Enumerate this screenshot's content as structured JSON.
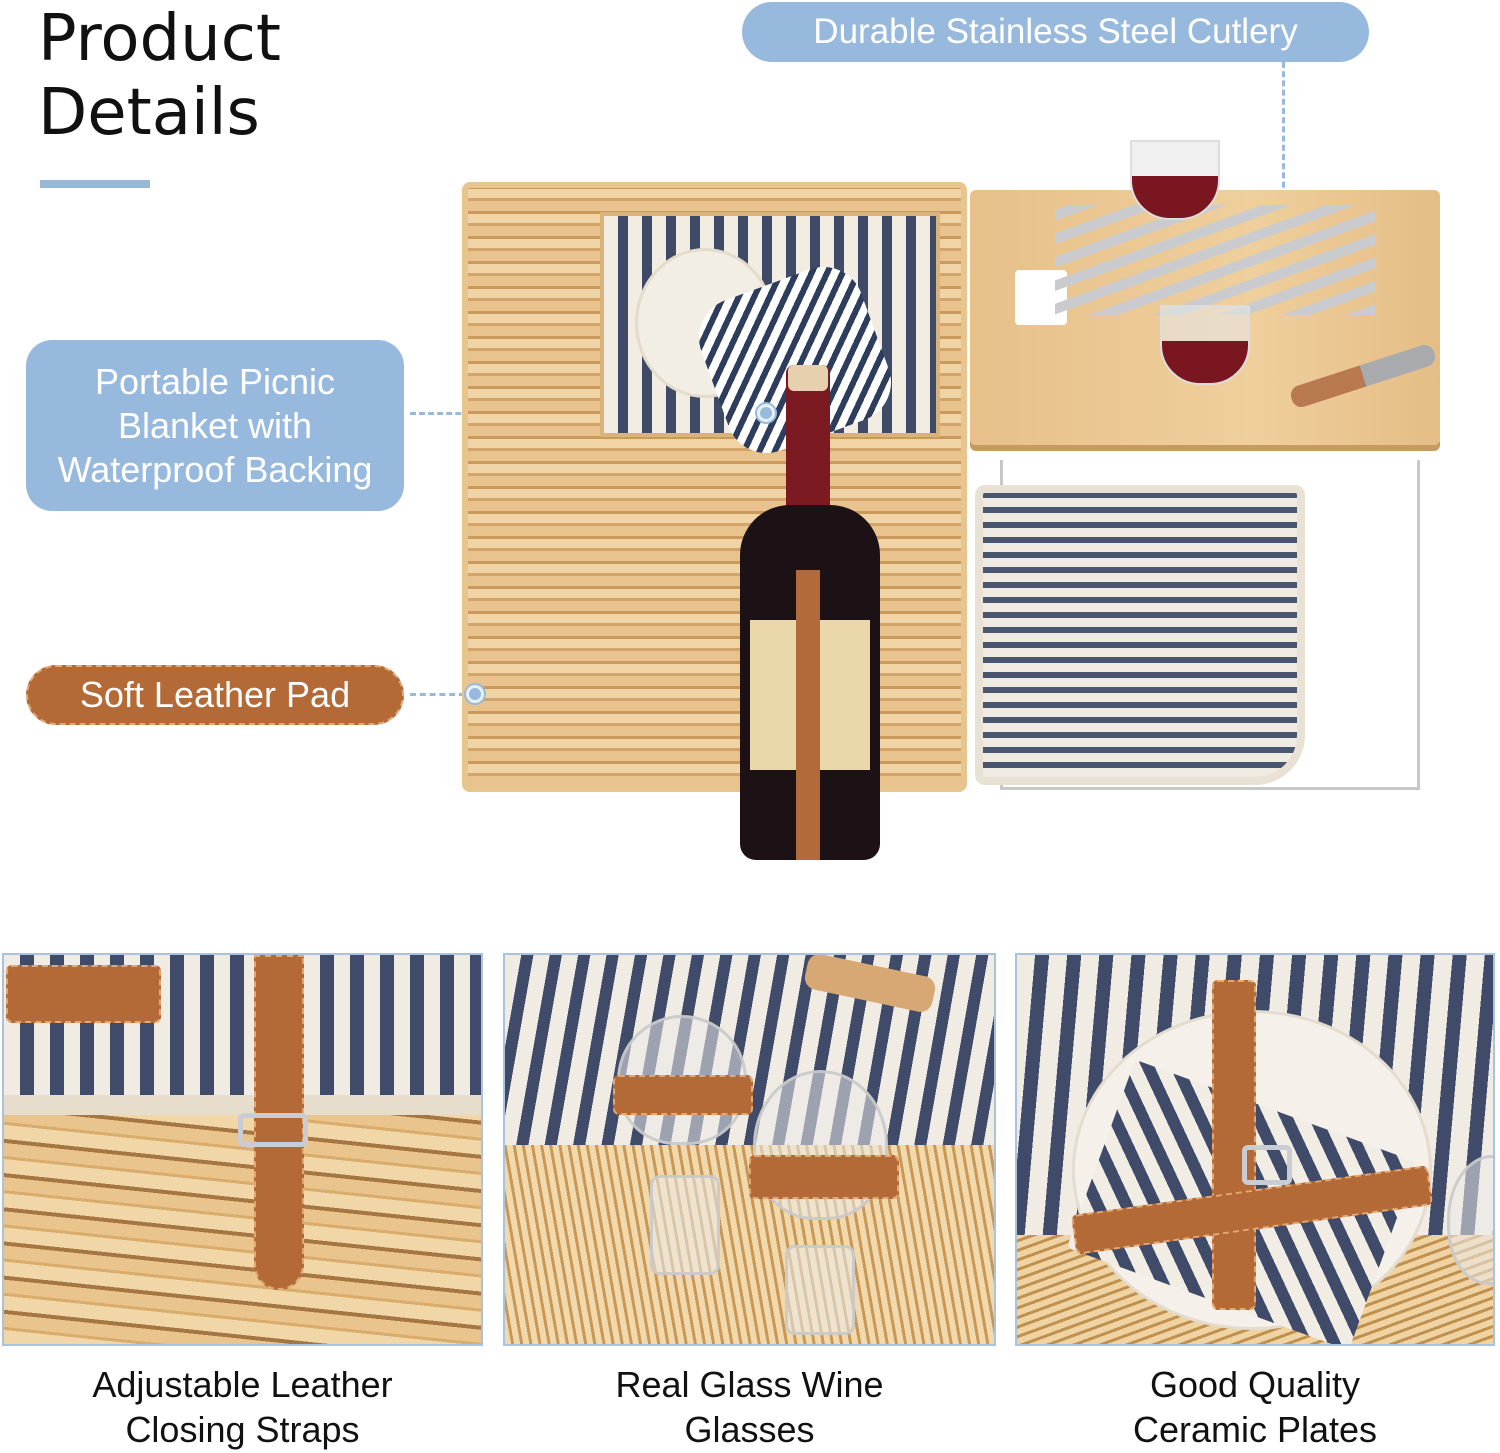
{
  "header": {
    "title_line1": "Product",
    "title_line2": "Details",
    "accent_color": "#98b9de"
  },
  "callouts": {
    "cutlery": "Durable Stainless Steel Cutlery",
    "blanket_line1": "Portable Picnic",
    "blanket_line2": "Blanket with",
    "blanket_line3": "Waterproof Backing",
    "leather": "Soft Leather Pad"
  },
  "hero": {
    "subject": "Wicker picnic basket with wine bottle, bamboo table, cutlery and wine glasses"
  },
  "features": [
    {
      "icon": "leather-strap-buckle",
      "caption_line1": "Adjustable Leather",
      "caption_line2": "Closing Straps"
    },
    {
      "icon": "wine-glasses",
      "caption_line1": "Real Glass Wine",
      "caption_line2": "Glasses"
    },
    {
      "icon": "ceramic-plates",
      "caption_line1": "Good Quality",
      "caption_line2": "Ceramic Plates"
    }
  ]
}
